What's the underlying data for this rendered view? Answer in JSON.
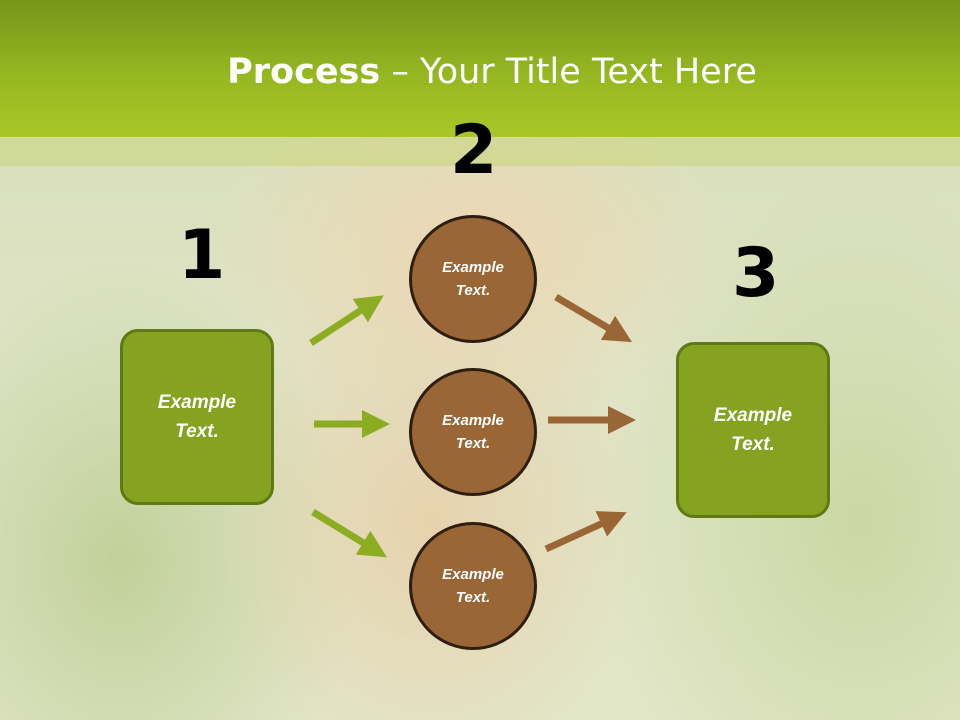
{
  "header": {
    "title_bold": "Process",
    "title_rest": " – Your Title Text Here"
  },
  "steps": [
    {
      "number": "1",
      "label": "Example Text."
    },
    {
      "number": "2",
      "labels": [
        "Example Text.",
        "Example Text.",
        "Example Text."
      ]
    },
    {
      "number": "3",
      "label": "Example Text."
    }
  ],
  "colors": {
    "header": "#95b720",
    "box": "#86a221",
    "circle": "#9a6636",
    "green_arrow": "#8cad22",
    "brown_arrow": "#9a6636"
  }
}
